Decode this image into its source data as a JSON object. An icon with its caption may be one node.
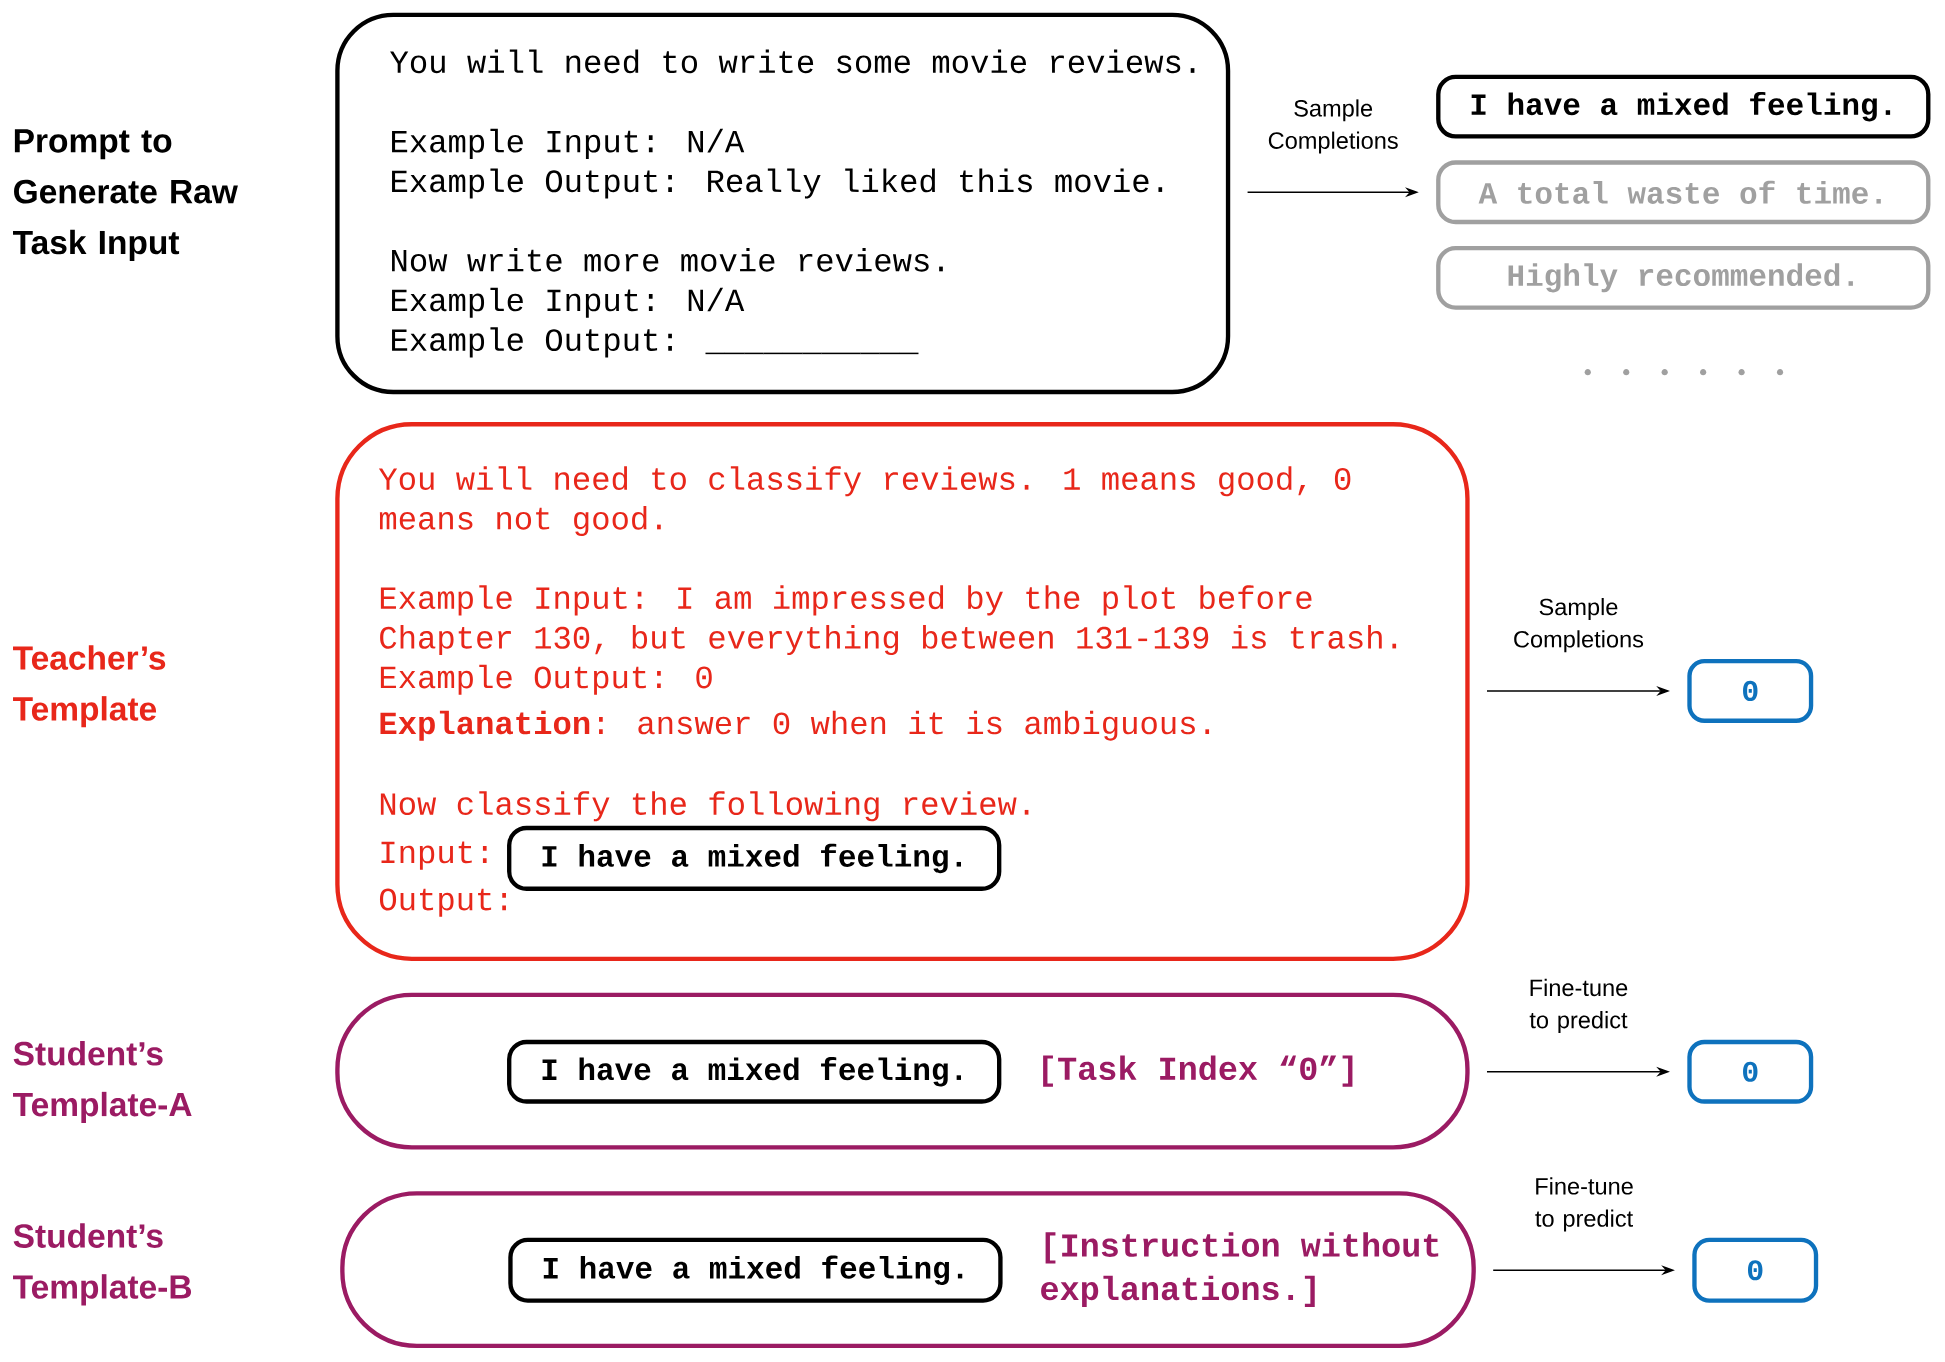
{
  "diagram": {
    "nodes": [
      {
        "text": [
          "You will need to write some movie reviews.",
          "Example Input: N/A",
          "Example Output: Really liked this movie.",
          "Now write more movie reviews.",
          "Example Input: N/A",
          "Example Output: ___________"
        ]
      },
      {
        "text": [
          "I have a mixed feeling."
        ]
      },
      {
        "text": [
          "A total waste of time."
        ]
      },
      {
        "text": [
          "Highly recommended."
        ]
      },
      {
        "text": [
          "You will need to classify reviews. 1 means good, 0 means not good.",
          "Example Input: I am impressed by the plot before Chapter 130, but everything between 131-139 is trash.",
          "Example Output: 0",
          "**Explanation**: answer 0 when it is ambiguous.",
          "Now classify the following review.",
          "Input:",
          "Output:"
        ]
      },
      {
        "text": [
          "I have a mixed feeling."
        ],
        "in": 4
      },
      {
        "text": [
          "0"
        ]
      },
      {
        "text": [
          "[Task Index “0”]"
        ]
      },
      {
        "text": [
          "I have a mixed feeling."
        ],
        "in": 7
      },
      {
        "text": [
          "0"
        ]
      },
      {
        "text": [
          "[Instruction without explanations.]"
        ]
      },
      {
        "text": [
          "I have a mixed feeling."
        ],
        "in": 10
      },
      {
        "text": [
          "0"
        ]
      }
    ],
    "labels": [
      "Prompt to Generate Raw Task Input",
      "Teacher’s Template",
      "Student’s Template-A",
      "Student’s Template-B"
    ],
    "edges": [
      {
        "from": 0,
        "to": 2,
        "arrow": "to",
        "label": "Sample Completions"
      },
      {
        "from": 4,
        "to": 6,
        "arrow": "to",
        "label": "Sample Completions"
      },
      {
        "from": 7,
        "to": 9,
        "arrow": "to",
        "label": "Fine-tune to predict"
      },
      {
        "from": 10,
        "to": 12,
        "arrow": "to",
        "label": "Fine-tune to predict"
      }
    ]
  }
}
